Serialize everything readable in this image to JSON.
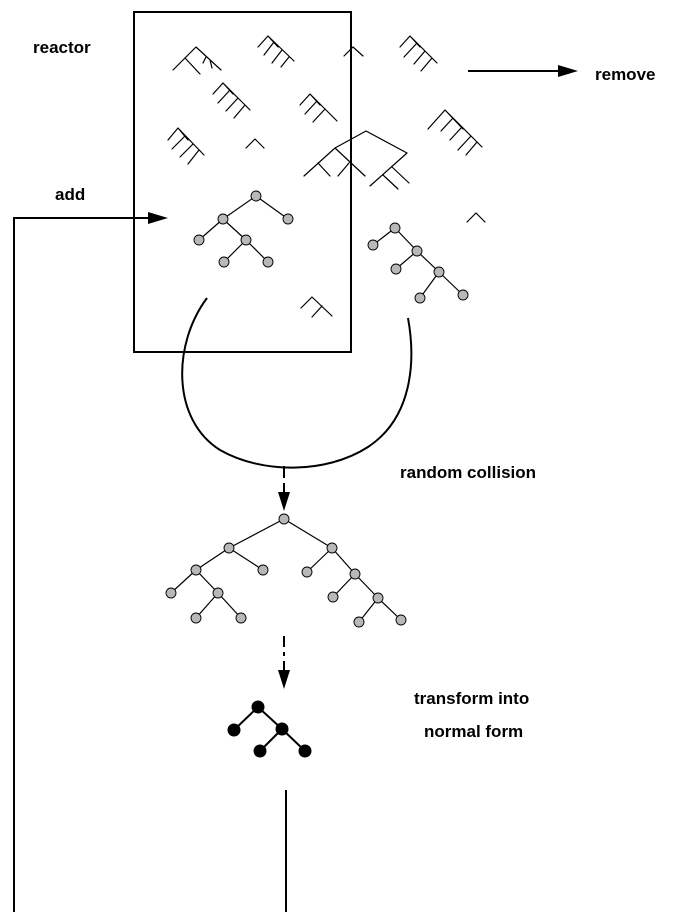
{
  "labels": {
    "reactor": "reactor",
    "remove": "remove",
    "add": "add",
    "random_collision": "random collision",
    "transform_line1": "transform into",
    "transform_line2": "normal form"
  }
}
